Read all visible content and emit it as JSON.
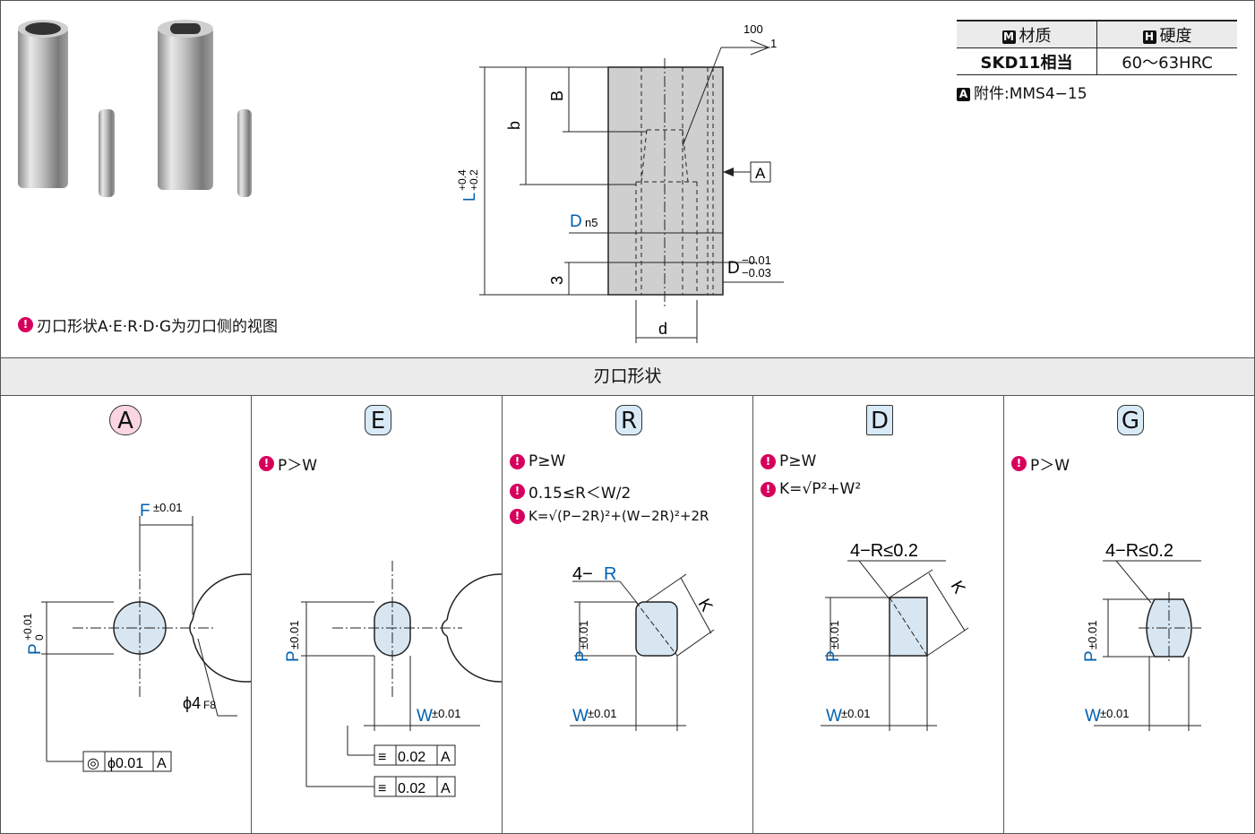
{
  "material_table": {
    "headers": [
      {
        "tag": "M",
        "label": "材质"
      },
      {
        "tag": "H",
        "label": "硬度"
      }
    ],
    "row": {
      "material": "SKD11相当",
      "hardness": "60～63HRC"
    }
  },
  "attachment": {
    "tag": "A",
    "label": "附件:MMS4−15"
  },
  "top_note": "刃口形状A·E·R·D·G为刃口侧的视图",
  "section_title": "刃口形状",
  "main_drawing": {
    "roughness_top": "100",
    "roughness_bottom": "1",
    "datum": "A",
    "dim_B": "B",
    "dim_b": "b",
    "dim_L": "L",
    "tol_L_upper": "+0.4",
    "tol_L_lower": "+0.2",
    "dim_D": "D",
    "tol_Dn5": "n5",
    "dim_D2": "D",
    "tol_D_upper": "−0.01",
    "tol_D_lower": "−0.03",
    "dim_3": "3",
    "dim_d": "d"
  },
  "shapes": [
    {
      "letter": "A",
      "label_bg": "#fbd6e2",
      "notes": [],
      "dims": {
        "F": "F",
        "F_tol": "±0.01",
        "P": "P",
        "P_tol_u": "+0.01",
        "P_tol_l": "0",
        "phi": "ϕ4",
        "phi_tol": "F8",
        "fcf_sym": "◎",
        "fcf_val": "ϕ0.01",
        "fcf_datum": "A"
      }
    },
    {
      "letter": "E",
      "label_bg": "#d8eaf6",
      "notes": [
        "P＞W"
      ],
      "dims": {
        "P": "P",
        "P_tol": "±0.01",
        "W": "W",
        "W_tol": "±0.01",
        "fcf1_sym": "≡",
        "fcf1_val": "0.02",
        "fcf1_datum": "A",
        "fcf2_sym": "≡",
        "fcf2_val": "0.02",
        "fcf2_datum": "A"
      }
    },
    {
      "letter": "R",
      "label_bg": "#d8eaf6",
      "notes": [
        "P≥W",
        "0.15≤R＜W/2",
        "K=√(P−2R)²+(W−2R)²+2R"
      ],
      "dims": {
        "R_label": "4−",
        "R": "R",
        "K": "K",
        "P": "P",
        "P_tol": "±0.01",
        "W": "W",
        "W_tol": "±0.01"
      }
    },
    {
      "letter": "D",
      "label_bg": "#d8eaf6",
      "notes": [
        "P≥W",
        "K=√P²+W²"
      ],
      "dims": {
        "R_label": "4−R≤0.2",
        "K": "K",
        "P": "P",
        "P_tol": "±0.01",
        "W": "W",
        "W_tol": "±0.01"
      }
    },
    {
      "letter": "G",
      "label_bg": "#d8eaf6",
      "notes": [
        "P＞W"
      ],
      "dims": {
        "R_label": "4−R≤0.2",
        "P": "P",
        "P_tol": "±0.01",
        "W": "W",
        "W_tol": "±0.01"
      }
    }
  ],
  "colors": {
    "accent_blue": "#0060b0",
    "pin_magenta": "#d6005c",
    "shape_fill": "#d8e6f2",
    "band_gray": "#ebebeb"
  }
}
